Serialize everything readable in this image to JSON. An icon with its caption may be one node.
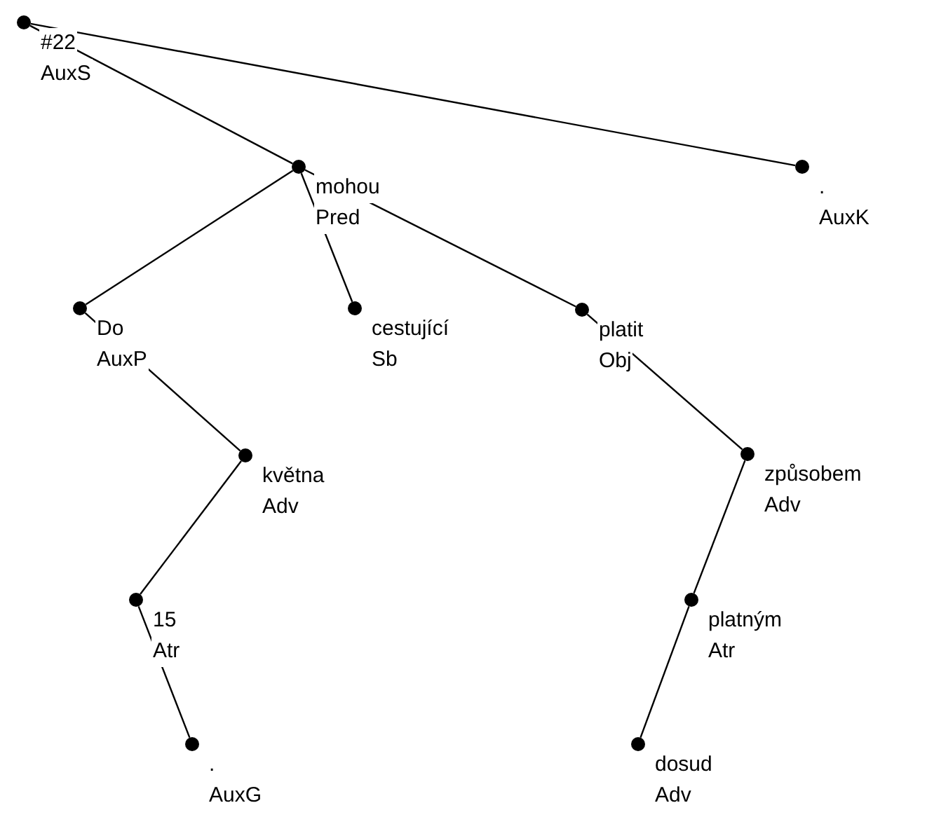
{
  "diagram": {
    "nodes": [
      {
        "text": [],
        "shape": "circle",
        "beside": [
          "#22",
          "AuxS"
        ]
      },
      {
        "text": [],
        "shape": "circle",
        "beside": [
          "mohou",
          "Pred"
        ]
      },
      {
        "text": [],
        "shape": "circle",
        "beside": [
          ".",
          "AuxK"
        ]
      },
      {
        "text": [],
        "shape": "circle",
        "beside": [
          "Do",
          "AuxP"
        ]
      },
      {
        "text": [],
        "shape": "circle",
        "beside": [
          "cestující",
          "Sb"
        ]
      },
      {
        "text": [],
        "shape": "circle",
        "beside": [
          "platit",
          "Obj"
        ]
      },
      {
        "text": [],
        "shape": "circle",
        "beside": [
          "května",
          "Adv"
        ]
      },
      {
        "text": [],
        "shape": "circle",
        "beside": [
          "způsobem",
          "Adv"
        ]
      },
      {
        "text": [],
        "shape": "circle",
        "beside": [
          "15",
          "Atr"
        ]
      },
      {
        "text": [],
        "shape": "circle",
        "beside": [
          "platným",
          "Atr"
        ]
      },
      {
        "text": [],
        "shape": "circle",
        "beside": [
          ".",
          "AuxG"
        ]
      },
      {
        "text": [],
        "shape": "circle",
        "beside": [
          "dosud",
          "Adv"
        ]
      }
    ],
    "edges": [
      {
        "from": 0,
        "to": 1,
        "arrow": "none"
      },
      {
        "from": 0,
        "to": 2,
        "arrow": "none"
      },
      {
        "from": 1,
        "to": 3,
        "arrow": "none"
      },
      {
        "from": 1,
        "to": 4,
        "arrow": "none"
      },
      {
        "from": 1,
        "to": 5,
        "arrow": "none"
      },
      {
        "from": 3,
        "to": 6,
        "arrow": "none"
      },
      {
        "from": 6,
        "to": 8,
        "arrow": "none"
      },
      {
        "from": 8,
        "to": 10,
        "arrow": "none"
      },
      {
        "from": 5,
        "to": 7,
        "arrow": "none"
      },
      {
        "from": 7,
        "to": 9,
        "arrow": "none"
      },
      {
        "from": 9,
        "to": 11,
        "arrow": "none"
      }
    ]
  }
}
